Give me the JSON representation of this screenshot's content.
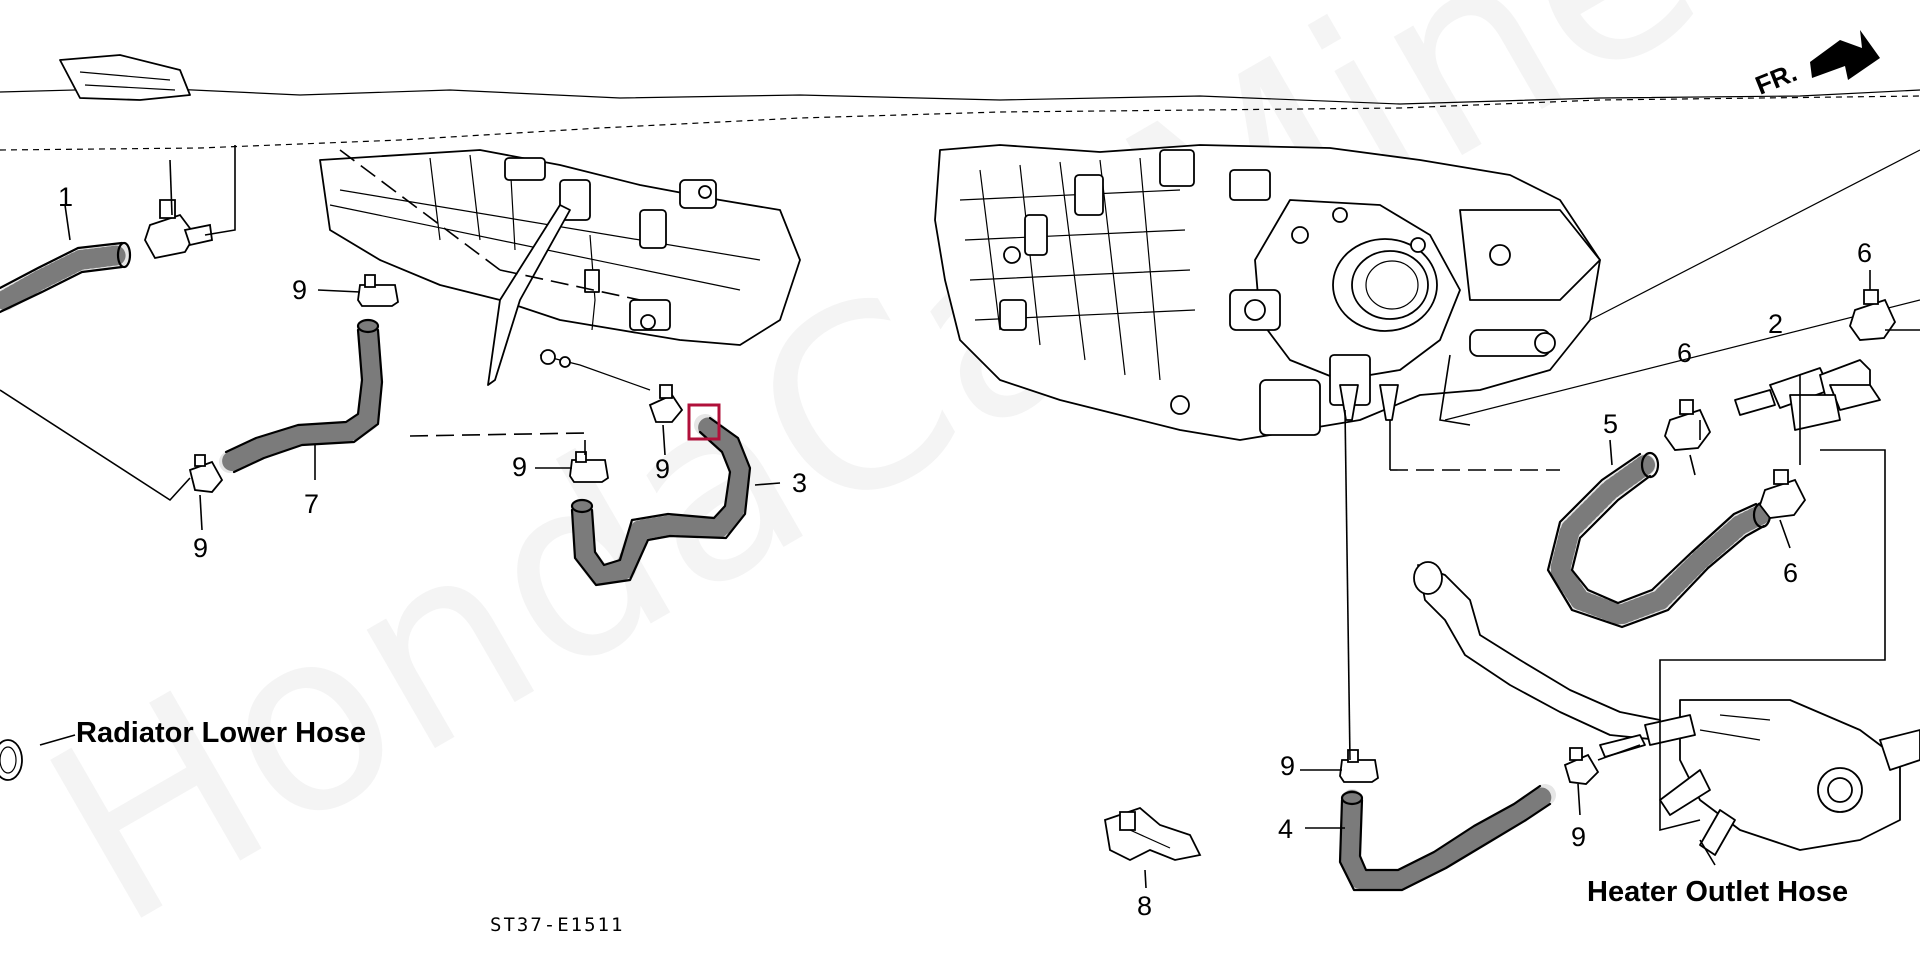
{
  "diagram": {
    "watermark": "HondaCarMine.ru",
    "direction_label": "FR.",
    "drawing_code": "ST37-E1511",
    "captions": {
      "radiator_lower_hose": "Radiator Lower Hose",
      "heater_outlet_hose": "Heater Outlet Hose"
    },
    "callouts": {
      "c1": "1",
      "c2": "2",
      "c3": "3",
      "c4": "4",
      "c5": "5",
      "c6a": "6",
      "c6b": "6",
      "c6c": "6",
      "c7": "7",
      "c8": "8",
      "c9a": "9",
      "c9b": "9",
      "c9c": "9",
      "c9d": "9",
      "c9e": "9",
      "c9f": "9"
    },
    "highlight_color": "#b0103a"
  }
}
